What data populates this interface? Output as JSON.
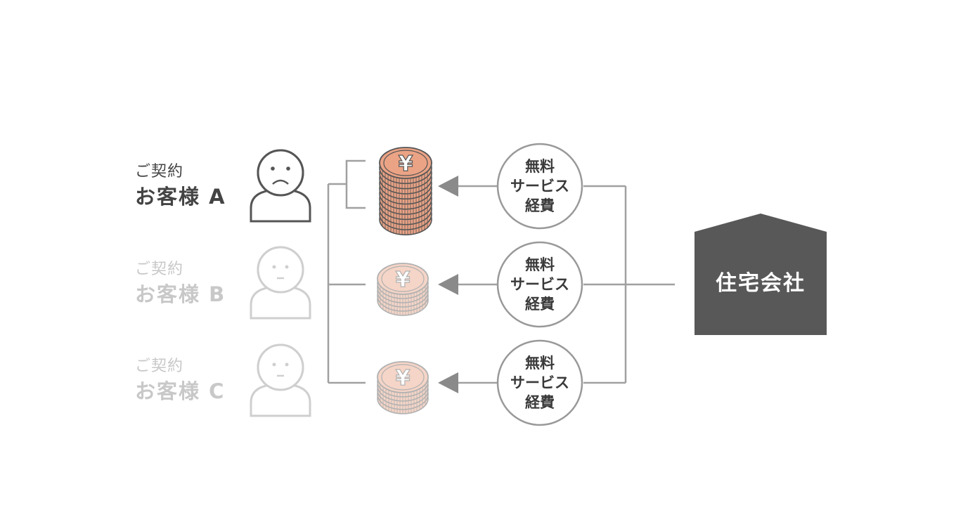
{
  "customers": [
    {
      "contract_label": "ご契約",
      "name": "お客様 A",
      "mood": "sad",
      "emphasized": true
    },
    {
      "contract_label": "ご契約",
      "name": "お客様 B",
      "mood": "neutral",
      "emphasized": false
    },
    {
      "contract_label": "ご契約",
      "name": "お客様 C",
      "mood": "neutral",
      "emphasized": false
    }
  ],
  "service_cost": {
    "line1": "無料",
    "line2": "サービス",
    "line3": "経費"
  },
  "company": {
    "label": "住宅会社"
  },
  "coin": {
    "symbol": "¥"
  },
  "colors": {
    "line": "#a0a0a0",
    "arrow": "#8a8a8a",
    "house": "#585858",
    "coin_fill": "#eba385",
    "coin_stroke": "#555555",
    "faded": "#c8c8c8",
    "text": "#444444"
  }
}
